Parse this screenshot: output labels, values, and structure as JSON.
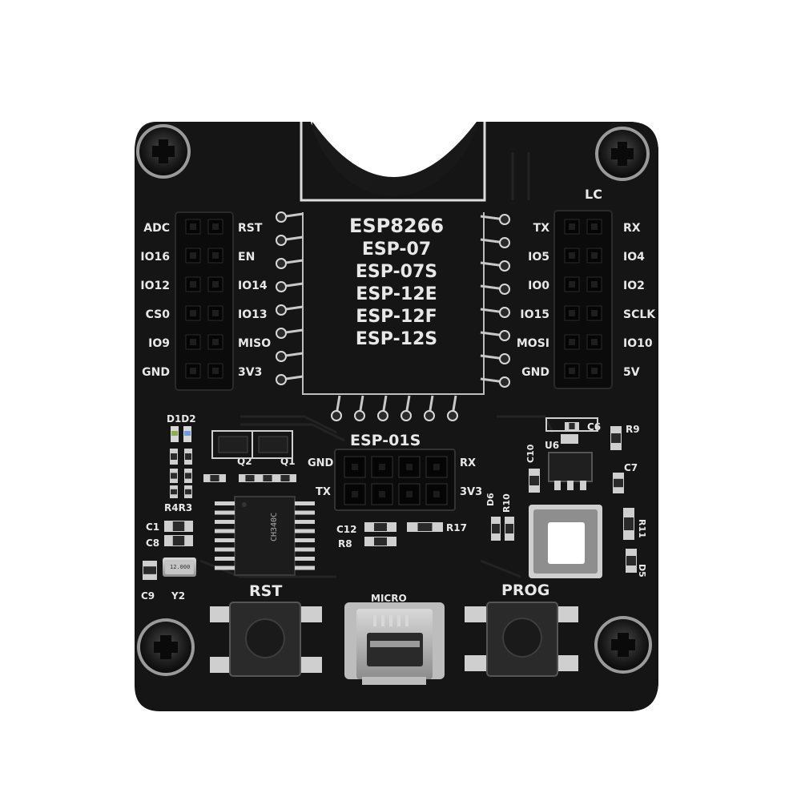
{
  "board": {
    "logo": "LC",
    "module_list": [
      "ESP8266",
      "ESP-07",
      "ESP-07S",
      "ESP-12E",
      "ESP-12F",
      "ESP-12S"
    ],
    "esp01s_label": "ESP-01S",
    "left_header_left_labels": [
      "ADC",
      "IO16",
      "IO12",
      "CS0",
      "IO9",
      "GND"
    ],
    "left_header_right_labels": [
      "RST",
      "EN",
      "IO14",
      "IO13",
      "MISO",
      "3V3"
    ],
    "right_header_left_labels": [
      "TX",
      "IO5",
      "IO0",
      "IO15",
      "MOSI",
      "GND"
    ],
    "right_header_right_labels": [
      "RX",
      "IO4",
      "IO2",
      "SCLK",
      "IO10",
      "5V"
    ],
    "esp01_pin_labels": {
      "gnd": "GND",
      "rx": "RX",
      "tx": "TX",
      "v33": "3V3"
    },
    "components": {
      "d1d2": "D1D2",
      "q2": "Q2",
      "q1": "Q1",
      "r4r3": "R4R3",
      "c1": "C1",
      "c8": "C8",
      "c9": "C9",
      "y2": "Y2",
      "c12": "C12",
      "r8": "R8",
      "r17": "R17",
      "d6": "D6",
      "r10": "R10",
      "c10": "C10",
      "u6": "U6",
      "c6": "C6",
      "r9": "R9",
      "c7": "C7",
      "r11": "R11",
      "d5": "D5",
      "chip_marking": "CH340C",
      "crystal_marking": "12.000"
    },
    "buttons": {
      "rst": "RST",
      "prog": "PROG"
    },
    "usb_label": "MICRO"
  },
  "colors": {
    "pcb": "#141414",
    "silkscreen": "#e8e8e8",
    "pad": "#c9c9c9",
    "header_plastic": "#0d0d0d",
    "button_gray": "#8a8a8a"
  }
}
